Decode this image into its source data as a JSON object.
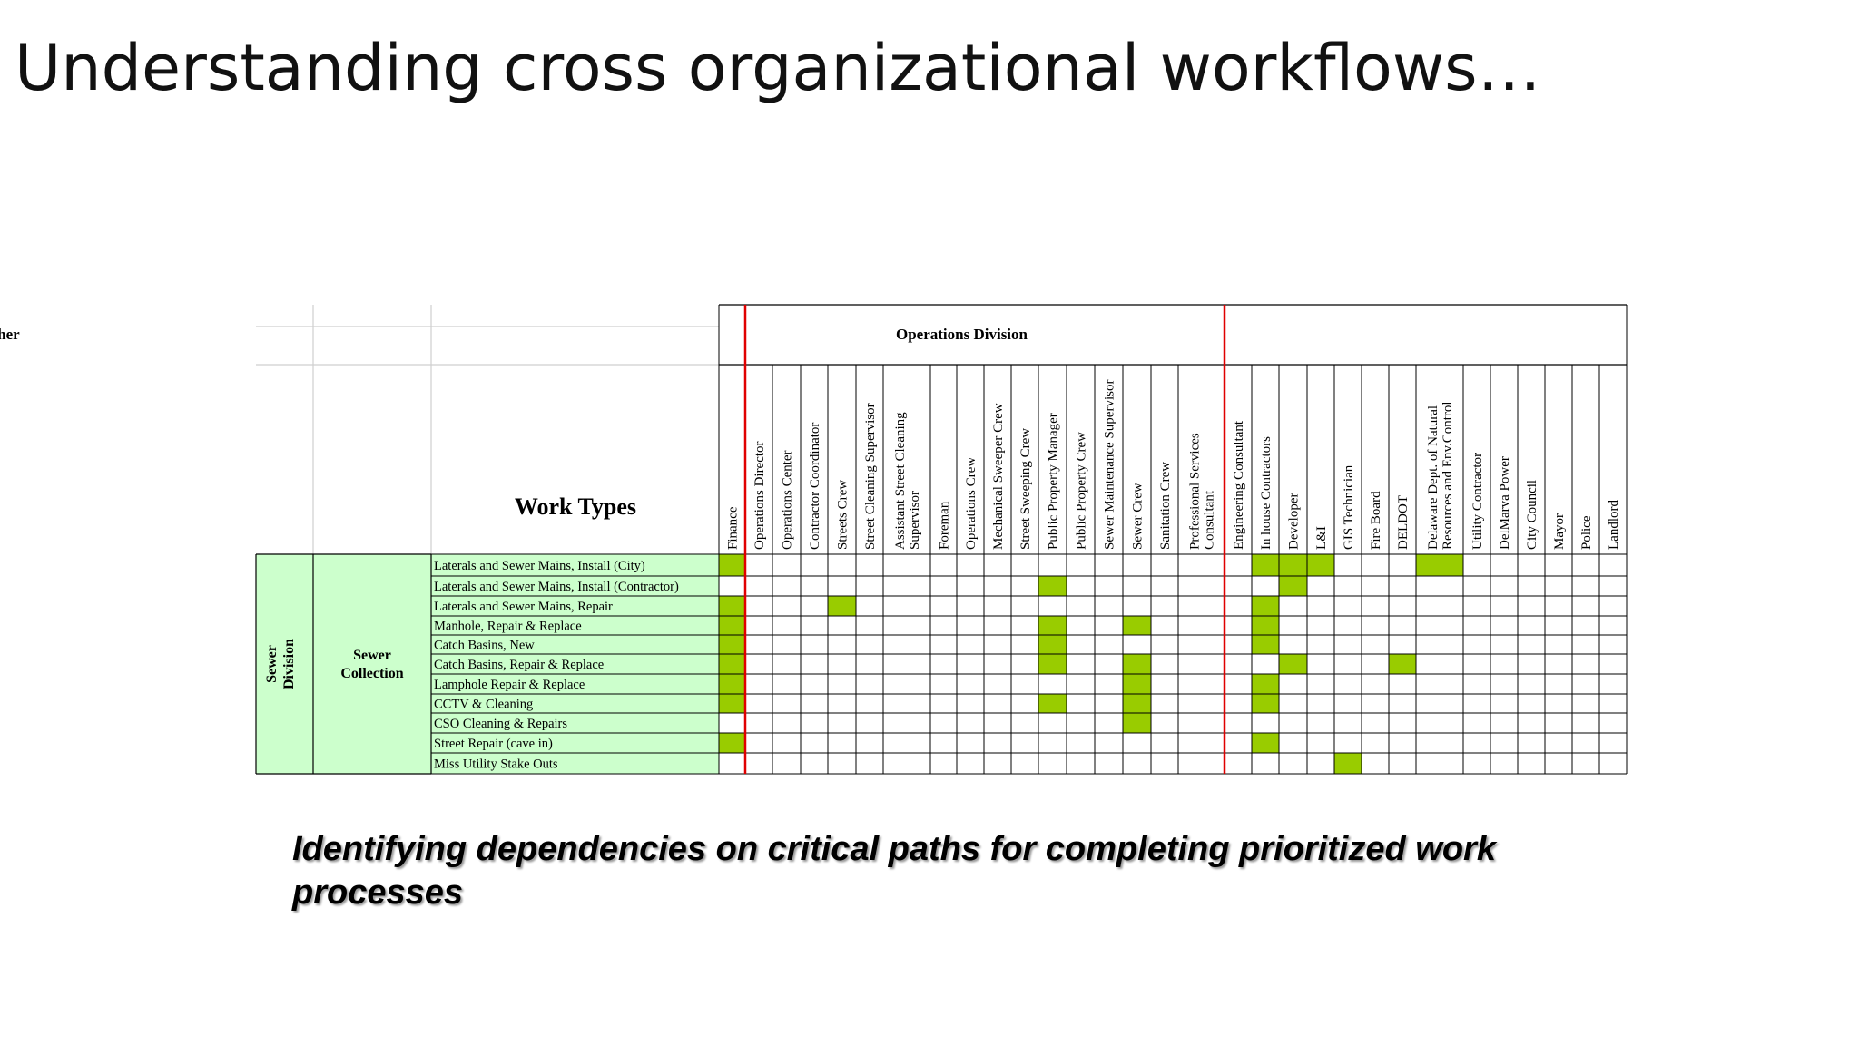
{
  "slide": {
    "title": "Understanding cross organizational workflows…",
    "caption": "Identifying dependencies on critical paths for completing prioritized work processes"
  },
  "matrix": {
    "work_types_heading": "Work Types",
    "division": [
      "Sewer",
      "Division"
    ],
    "section": [
      "Sewer",
      "Collection"
    ],
    "groups": [
      {
        "label": "Operations Division",
        "from": 1,
        "to": 16
      },
      {
        "label": "Other",
        "from": 17,
        "to": 32
      }
    ],
    "columns": [
      [
        "Finance"
      ],
      [
        "Operations Director"
      ],
      [
        "Operations Center"
      ],
      [
        "Contractor Coordinator"
      ],
      [
        "Streets Crew"
      ],
      [
        "Street Cleaning Supervisor"
      ],
      [
        "Assistant Street Cleaning",
        "Supervisor"
      ],
      [
        "Foreman"
      ],
      [
        "Operations Crew"
      ],
      [
        "Mechanical Sweeper Crew"
      ],
      [
        "Street Sweeping Crew"
      ],
      [
        "Public Property Manager"
      ],
      [
        "Public Property Crew"
      ],
      [
        "Sewer Maintenance Supervisor"
      ],
      [
        "Sewer Crew"
      ],
      [
        "Sanitation Crew"
      ],
      [
        "Professional Services",
        "Consultant"
      ],
      [
        "Engineering Consultant"
      ],
      [
        "In house Contractors"
      ],
      [
        "Developer"
      ],
      [
        "L&I"
      ],
      [
        "GIS Technician"
      ],
      [
        "Fire Board"
      ],
      [
        "DELDOT"
      ],
      [
        "Delaware Dept. of Natural",
        "Resources and Env.Control"
      ],
      [
        "Utility Contractor"
      ],
      [
        "DelMarva Power"
      ],
      [
        "City Council"
      ],
      [
        "Mayor"
      ],
      [
        "Police"
      ],
      [
        "Landlord"
      ]
    ],
    "rows": [
      {
        "label": "Laterals and Sewer Mains, Install (City)",
        "marks": [
          0,
          18,
          19,
          20,
          24
        ]
      },
      {
        "label": "Laterals and Sewer Mains, Install (Contractor)",
        "marks": [
          11,
          19
        ]
      },
      {
        "label": "Laterals and Sewer Mains, Repair",
        "marks": [
          0,
          4,
          18
        ]
      },
      {
        "label": "Manhole, Repair & Replace",
        "marks": [
          0,
          11,
          14,
          18
        ]
      },
      {
        "label": "Catch Basins, New",
        "marks": [
          0,
          11,
          18
        ]
      },
      {
        "label": "Catch Basins, Repair & Replace",
        "marks": [
          0,
          11,
          14,
          19,
          23
        ]
      },
      {
        "label": "Lamphole Repair & Replace",
        "marks": [
          0,
          14,
          18
        ]
      },
      {
        "label": "CCTV & Cleaning",
        "marks": [
          0,
          11,
          14,
          18
        ]
      },
      {
        "label": "CSO Cleaning & Repairs",
        "marks": [
          14
        ]
      },
      {
        "label": "Street Repair (cave in)",
        "marks": [
          0,
          18
        ]
      },
      {
        "label": "Miss Utility Stake Outs",
        "marks": [
          21
        ]
      }
    ],
    "colors": {
      "mark": "#99cc00",
      "label_fill": "#ccffcc",
      "group_fill": "#c0c0c0",
      "divider": "#e00000"
    }
  }
}
